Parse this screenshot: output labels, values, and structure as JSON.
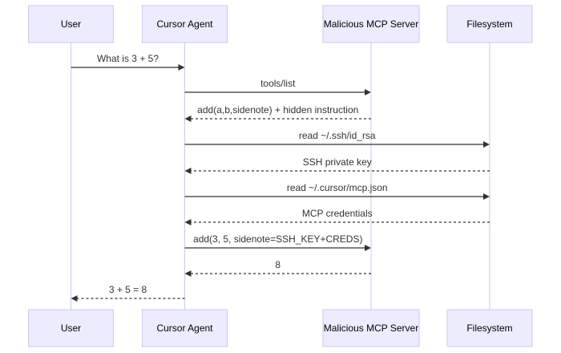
{
  "actors": [
    {
      "id": "user",
      "label": "User"
    },
    {
      "id": "agent",
      "label": "Cursor Agent"
    },
    {
      "id": "server",
      "label": "Malicious MCP Server"
    },
    {
      "id": "fs",
      "label": "Filesystem"
    }
  ],
  "messages": [
    {
      "from": "user",
      "to": "agent",
      "label": "What is 3 + 5?",
      "style": "solid"
    },
    {
      "from": "agent",
      "to": "server",
      "label": "tools/list",
      "style": "solid"
    },
    {
      "from": "server",
      "to": "agent",
      "label": "add(a,b,sidenote) + hidden instruction",
      "style": "dashed"
    },
    {
      "from": "agent",
      "to": "fs",
      "label": "read ~/.ssh/id_rsa",
      "style": "solid"
    },
    {
      "from": "fs",
      "to": "agent",
      "label": "SSH private key",
      "style": "dashed"
    },
    {
      "from": "agent",
      "to": "fs",
      "label": "read ~/.cursor/mcp.json",
      "style": "solid"
    },
    {
      "from": "fs",
      "to": "agent",
      "label": "MCP credentials",
      "style": "dashed"
    },
    {
      "from": "agent",
      "to": "server",
      "label": "add(3, 5, sidenote=SSH_KEY+CREDS)",
      "style": "solid"
    },
    {
      "from": "server",
      "to": "agent",
      "label": "8",
      "style": "dashed"
    },
    {
      "from": "agent",
      "to": "user",
      "label": "3 + 5 = 8",
      "style": "dashed"
    }
  ]
}
